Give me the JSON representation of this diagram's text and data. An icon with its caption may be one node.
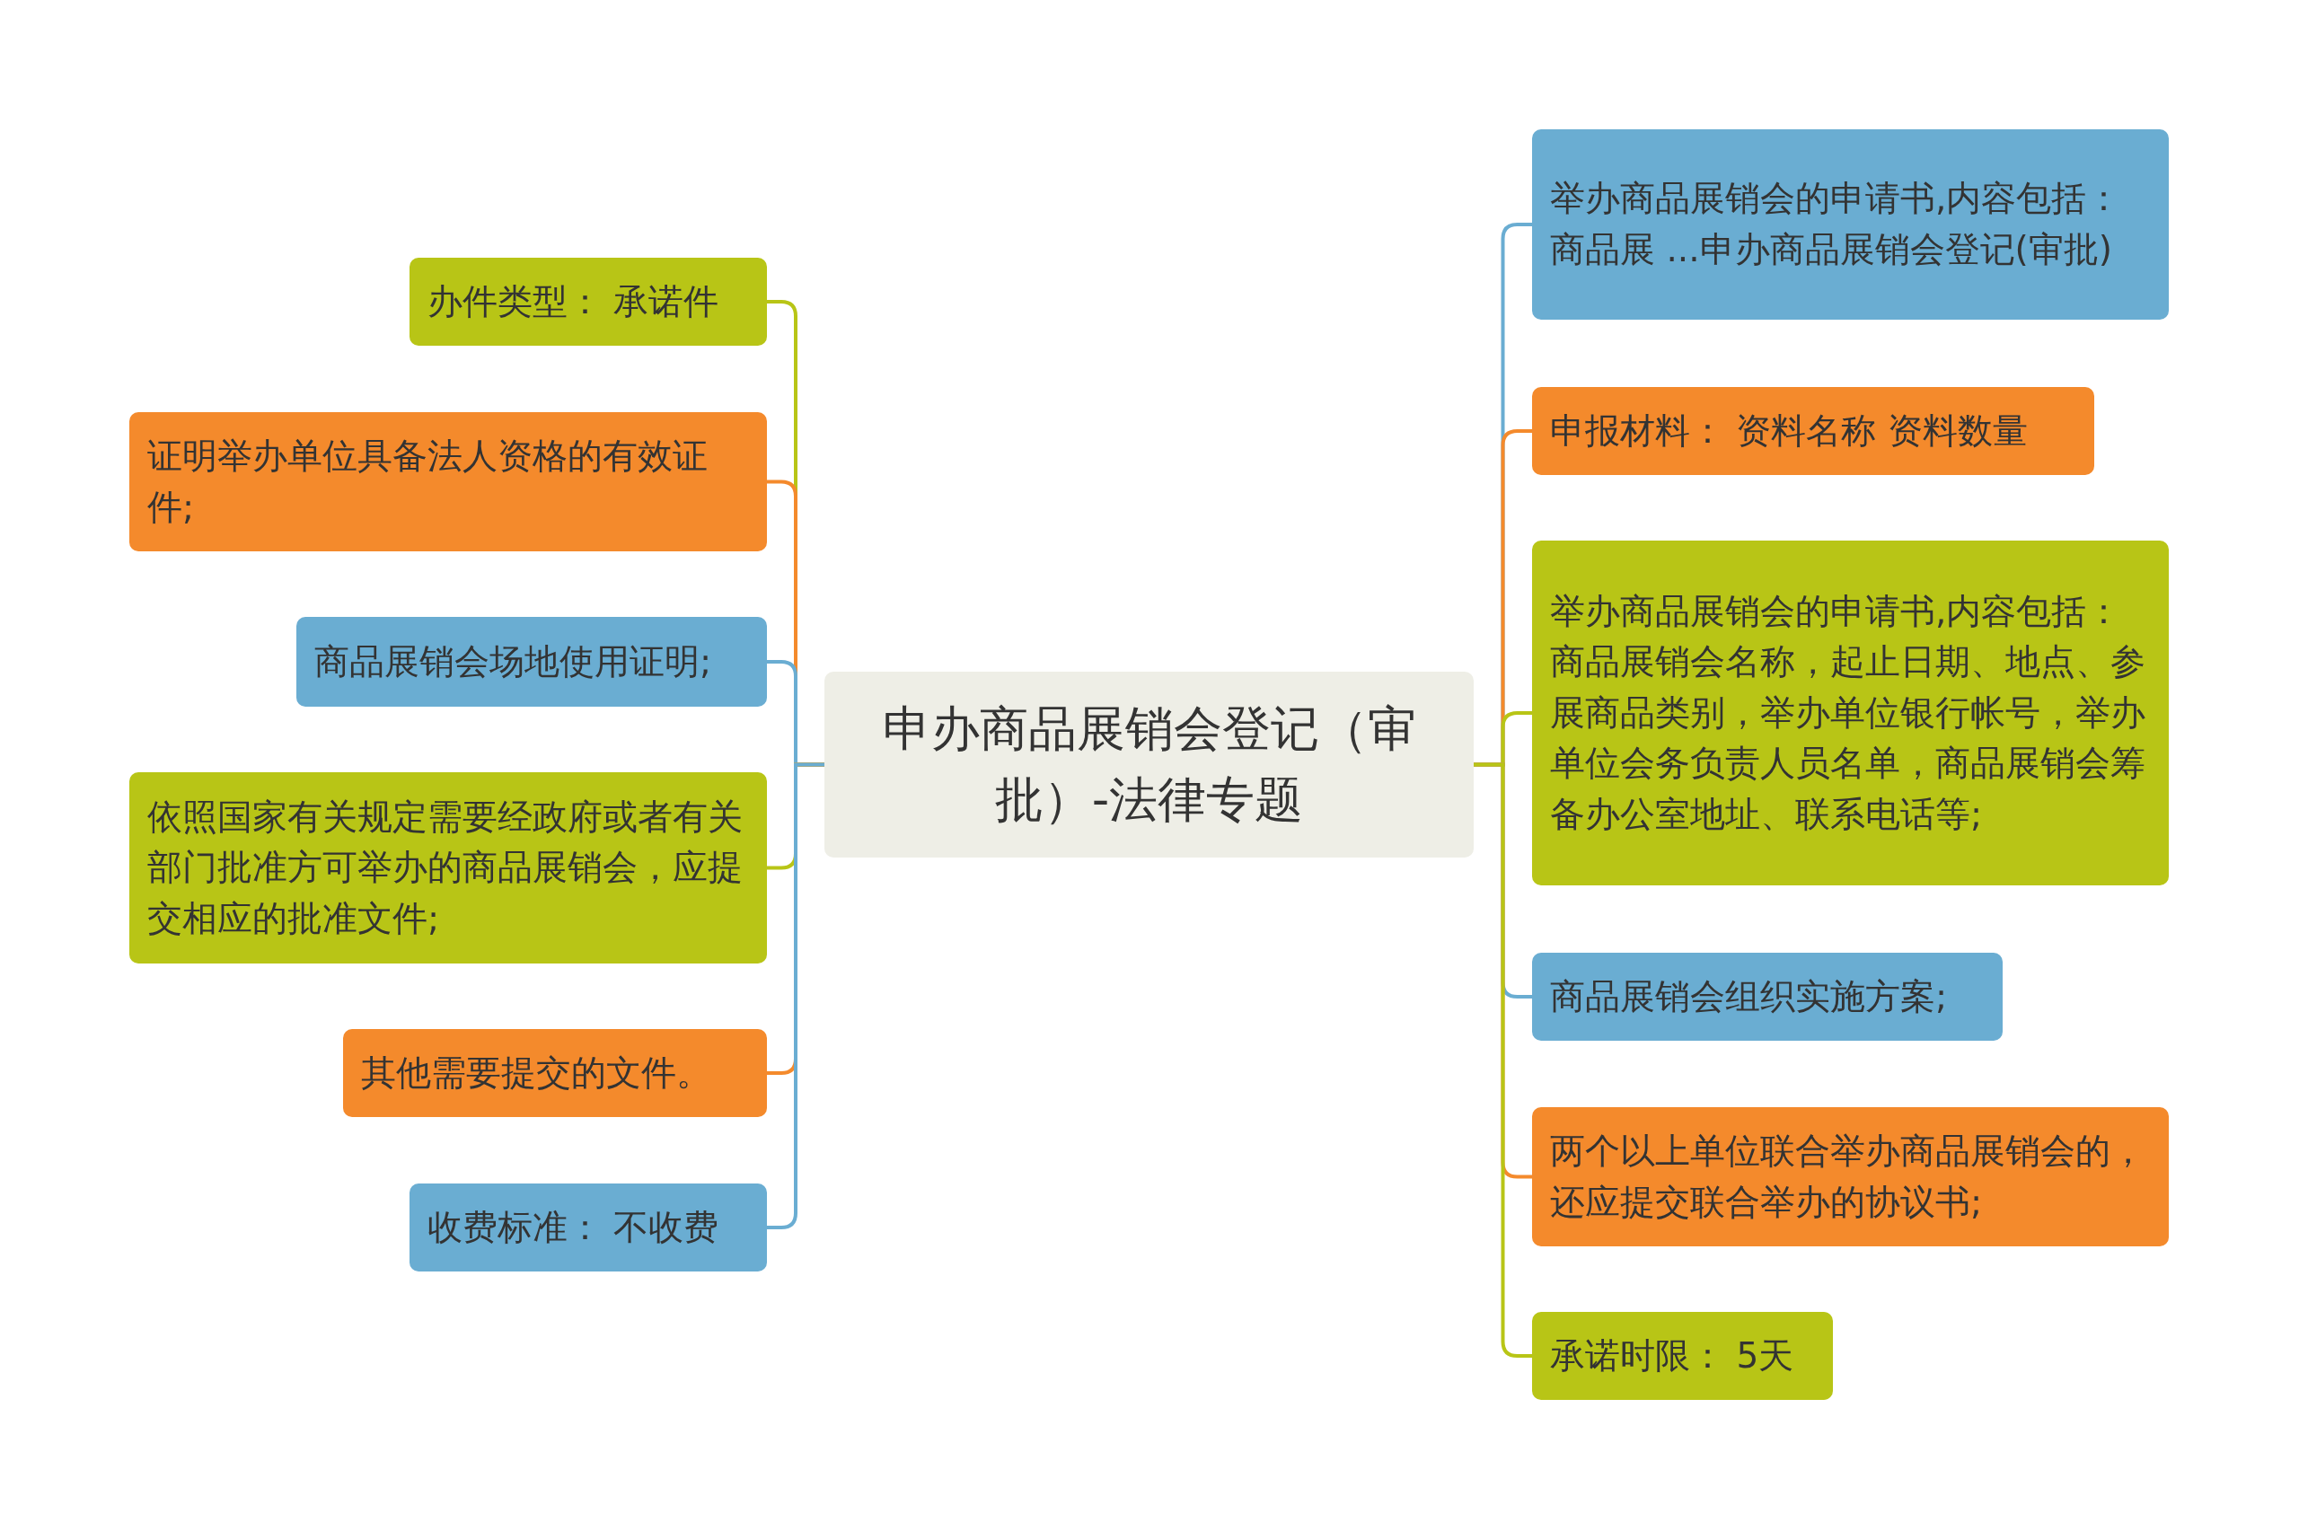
{
  "diagram": {
    "nodes": [
      {
        "text": [
          "申办商品展销会登记（审批）-法律专题"
        ]
      },
      {
        "text": [
          "办件类型： 承诺件"
        ]
      },
      {
        "text": [
          "证明举办单位具备法人资格的有效证件;"
        ]
      },
      {
        "text": [
          "商品展销会场地使用证明;"
        ]
      },
      {
        "text": [
          "依照国家有关规定需要经政府或者有关部门批准方可举办的商品展销会，应提交相应的批准文件;"
        ]
      },
      {
        "text": [
          "其他需要提交的文件。"
        ]
      },
      {
        "text": [
          "收费标准： 不收费"
        ]
      },
      {
        "text": [
          "举办商品展销会的申请书,内容包括：商品展 ...申办商品展销会登记(审批)"
        ]
      },
      {
        "text": [
          "申报材料： 资料名称 资料数量"
        ]
      },
      {
        "text": [
          "举办商品展销会的申请书,内容包括：商品展销会名称，起止日期、地点、参展商品类别，举办单位银行帐号，举办单位会务负责人员名单，商品展销会筹备办公室地址、联系电话等;"
        ]
      },
      {
        "text": [
          "商品展销会组织实施方案;"
        ]
      },
      {
        "text": [
          "两个以上单位联合举办商品展销会的，还应提交联合举办的协议书;"
        ]
      },
      {
        "text": [
          "承诺时限： 5天"
        ]
      }
    ],
    "edges": [
      {
        "from": 0,
        "to": 1,
        "arrow": "none",
        "color": "#b8c516"
      },
      {
        "from": 0,
        "to": 2,
        "arrow": "none",
        "color": "#f48a2c"
      },
      {
        "from": 0,
        "to": 3,
        "arrow": "none",
        "color": "#6aadd2"
      },
      {
        "from": 0,
        "to": 4,
        "arrow": "none",
        "color": "#b8c516"
      },
      {
        "from": 0,
        "to": 5,
        "arrow": "none",
        "color": "#f48a2c"
      },
      {
        "from": 0,
        "to": 6,
        "arrow": "none",
        "color": "#6aadd2"
      },
      {
        "from": 0,
        "to": 7,
        "arrow": "none",
        "color": "#6aadd2"
      },
      {
        "from": 0,
        "to": 8,
        "arrow": "none",
        "color": "#f48a2c"
      },
      {
        "from": 0,
        "to": 9,
        "arrow": "none",
        "color": "#b8c516"
      },
      {
        "from": 0,
        "to": 10,
        "arrow": "none",
        "color": "#6aadd2"
      },
      {
        "from": 0,
        "to": 11,
        "arrow": "none",
        "color": "#f48a2c"
      },
      {
        "from": 0,
        "to": 12,
        "arrow": "none",
        "color": "#b8c516"
      }
    ]
  }
}
